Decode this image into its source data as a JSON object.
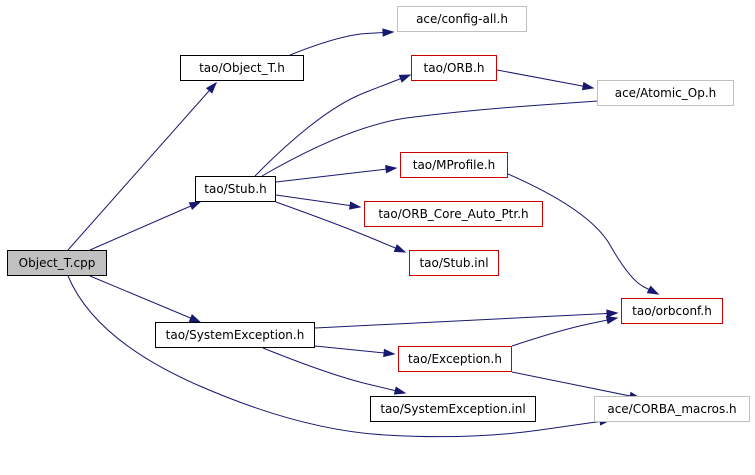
{
  "colors": {
    "edge": "#191970",
    "root_fill": "#c0c0c0",
    "documented_border": "#000000",
    "truncated_border": "#cc0000",
    "external_border": "#c0c0c0",
    "background": "#ffffff"
  },
  "nodes": [
    {
      "id": "object_t_cpp",
      "label": "Object_T.cpp",
      "style": "root"
    },
    {
      "id": "object_t_h",
      "label": "tao/Object_T.h",
      "style": "black"
    },
    {
      "id": "config_all_h",
      "label": "ace/config-all.h",
      "style": "gray"
    },
    {
      "id": "orb_h",
      "label": "tao/ORB.h",
      "style": "red"
    },
    {
      "id": "atomic_op_h",
      "label": "ace/Atomic_Op.h",
      "style": "gray"
    },
    {
      "id": "stub_h",
      "label": "tao/Stub.h",
      "style": "black"
    },
    {
      "id": "mprofile_h",
      "label": "tao/MProfile.h",
      "style": "red"
    },
    {
      "id": "orb_core_auto_ptr_h",
      "label": "tao/ORB_Core_Auto_Ptr.h",
      "style": "red"
    },
    {
      "id": "stub_inl",
      "label": "tao/Stub.inl",
      "style": "red"
    },
    {
      "id": "orbconf_h",
      "label": "tao/orbconf.h",
      "style": "red"
    },
    {
      "id": "systemexception_h",
      "label": "tao/SystemException.h",
      "style": "black"
    },
    {
      "id": "exception_h",
      "label": "tao/Exception.h",
      "style": "red"
    },
    {
      "id": "systemexception_inl",
      "label": "tao/SystemException.inl",
      "style": "black"
    },
    {
      "id": "corba_macros_h",
      "label": "ace/CORBA_macros.h",
      "style": "gray"
    }
  ],
  "edges": [
    {
      "from": "object_t_cpp",
      "to": "object_t_h"
    },
    {
      "from": "object_t_cpp",
      "to": "stub_h"
    },
    {
      "from": "object_t_cpp",
      "to": "systemexception_h"
    },
    {
      "from": "object_t_cpp",
      "to": "corba_macros_h"
    },
    {
      "from": "object_t_h",
      "to": "config_all_h"
    },
    {
      "from": "stub_h",
      "to": "orb_h"
    },
    {
      "from": "stub_h",
      "to": "atomic_op_h"
    },
    {
      "from": "stub_h",
      "to": "mprofile_h"
    },
    {
      "from": "stub_h",
      "to": "orb_core_auto_ptr_h"
    },
    {
      "from": "stub_h",
      "to": "stub_inl"
    },
    {
      "from": "orb_h",
      "to": "atomic_op_h"
    },
    {
      "from": "mprofile_h",
      "to": "orbconf_h"
    },
    {
      "from": "systemexception_h",
      "to": "orbconf_h"
    },
    {
      "from": "systemexception_h",
      "to": "exception_h"
    },
    {
      "from": "systemexception_h",
      "to": "systemexception_inl"
    },
    {
      "from": "exception_h",
      "to": "orbconf_h"
    },
    {
      "from": "exception_h",
      "to": "corba_macros_h"
    }
  ]
}
